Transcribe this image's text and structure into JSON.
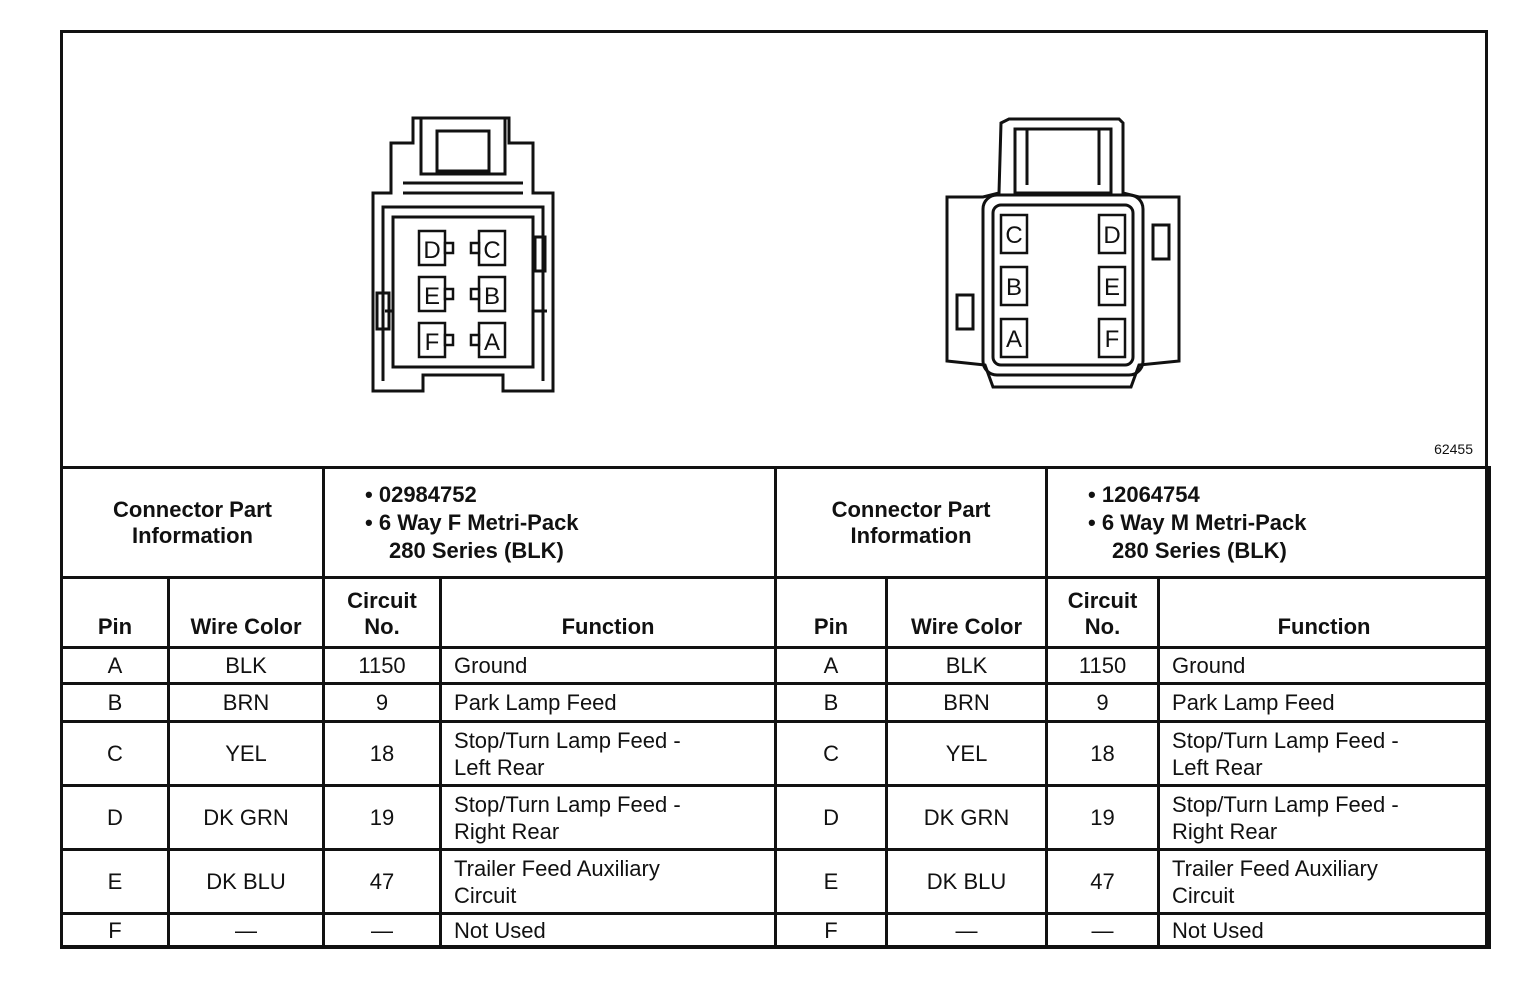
{
  "figure_id": "62455",
  "left_connector": {
    "pins": [
      "D",
      "C",
      "E",
      "B",
      "F",
      "A"
    ],
    "part_info_label": "Connector Part Information",
    "part_number": "02984752",
    "description_line1": "6 Way F Metri-Pack",
    "description_line2": "280 Series (BLK)"
  },
  "right_connector": {
    "pins": [
      "C",
      "D",
      "B",
      "E",
      "A",
      "F"
    ],
    "part_info_label": "Connector Part Information",
    "part_number": "12064754",
    "description_line1": "6 Way M Metri-Pack",
    "description_line2": "280 Series (BLK)"
  },
  "columns": {
    "pin": "Pin",
    "wire_color": "Wire Color",
    "circuit_line1": "Circuit",
    "circuit_line2": "No.",
    "function": "Function"
  },
  "rows": [
    {
      "pin": "A",
      "wire": "BLK",
      "circuit": "1150",
      "f1": "Ground",
      "f2": ""
    },
    {
      "pin": "B",
      "wire": "BRN",
      "circuit": "9",
      "f1": "Park Lamp Feed",
      "f2": ""
    },
    {
      "pin": "C",
      "wire": "YEL",
      "circuit": "18",
      "f1": "Stop/Turn Lamp Feed -",
      "f2": "Left Rear"
    },
    {
      "pin": "D",
      "wire": "DK GRN",
      "circuit": "19",
      "f1": "Stop/Turn Lamp Feed -",
      "f2": "Right Rear"
    },
    {
      "pin": "E",
      "wire": "DK BLU",
      "circuit": "47",
      "f1": "Trailer Feed Auxiliary",
      "f2": "Circuit"
    },
    {
      "pin": "F",
      "wire": "—",
      "circuit": "—",
      "f1": "Not Used",
      "f2": ""
    }
  ]
}
